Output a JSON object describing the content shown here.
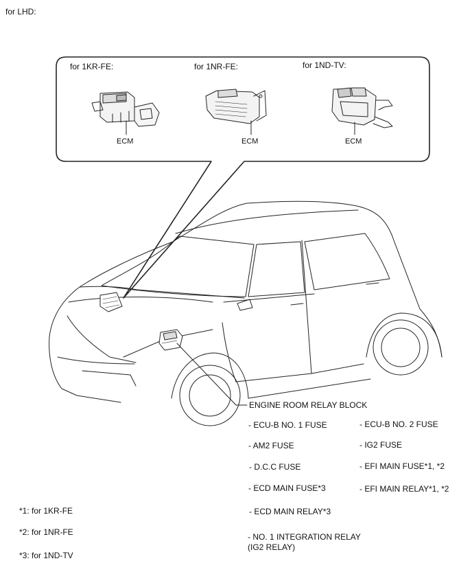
{
  "page": {
    "heading": "for LHD:"
  },
  "callout": {
    "variant_1kr": "for 1KR-FE:",
    "variant_1nr": "for 1NR-FE:",
    "variant_1nd": "for 1ND-TV:",
    "ecm_label_1": "ECM",
    "ecm_label_2": "ECM",
    "ecm_label_3": "ECM"
  },
  "relay_block": {
    "title": "ENGINE ROOM RELAY BLOCK",
    "left_items": [
      "- ECU-B NO. 1 FUSE",
      "- AM2 FUSE",
      "- D.C.C FUSE",
      "- ECD MAIN FUSE*3",
      "- ECD MAIN RELAY*3",
      "- NO. 1 INTEGRATION RELAY",
      "(IG2 RELAY)"
    ],
    "right_items": [
      "- ECU-B NO. 2 FUSE",
      "- IG2 FUSE",
      "- EFI MAIN FUSE*1, *2",
      "- EFI MAIN RELAY*1, *2"
    ]
  },
  "footnotes": [
    "*1: for 1KR-FE",
    "*2: for 1NR-FE",
    "*3: for 1ND-TV"
  ]
}
